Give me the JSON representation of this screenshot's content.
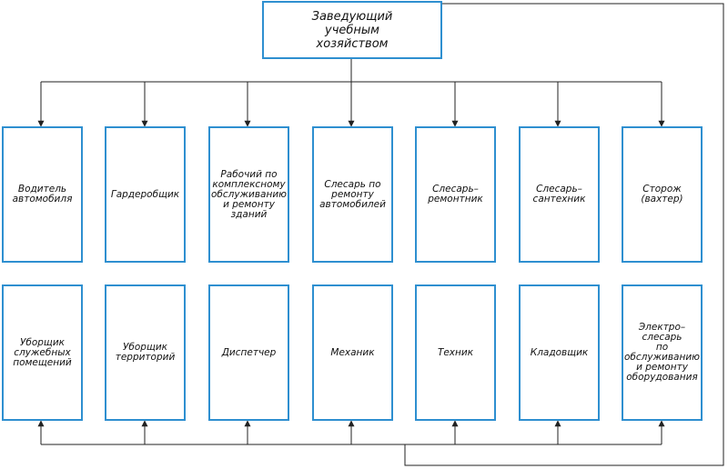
{
  "head": {
    "label": "Заведующий\nучебным\nхозяйством"
  },
  "top_row": [
    {
      "label": "Водитель\nавтомобиля"
    },
    {
      "label": "Гардеробщик"
    },
    {
      "label": "Рабочий по\nкомплексному\nобслуживанию\nи ремонту\nзданий"
    },
    {
      "label": "Слесарь по\nремонту\nавтомобилей"
    },
    {
      "label": "Слесарь–\nремонтник"
    },
    {
      "label": "Слесарь–\nсантехник"
    },
    {
      "label": "Сторож\n(вахтер)"
    }
  ],
  "bottom_row": [
    {
      "label": "Уборщик\nслужебных\nпомещений"
    },
    {
      "label": "Уборщик\nтерриторий"
    },
    {
      "label": "Диспетчер"
    },
    {
      "label": "Механик"
    },
    {
      "label": "Техник"
    },
    {
      "label": "Кладовщик"
    },
    {
      "label": "Электро–\nслесарь\nпо\nобслуживанию\nи ремонту\nоборудования"
    }
  ],
  "colors": {
    "box_border": "#2e8fd0",
    "line": "#222222",
    "text": "#111111"
  }
}
